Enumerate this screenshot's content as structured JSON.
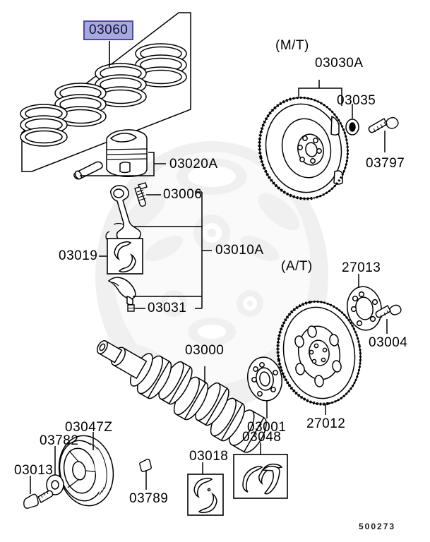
{
  "diagram": {
    "reference_number": "500273",
    "highlight_color": "#a8a8dc",
    "highlight_border_color": "#4a4aa8",
    "line_color": "#000000",
    "background_color": "#ffffff",
    "watermark_color": "#f2f2f2"
  },
  "section_headings": {
    "manual_transmission": "(M/T)",
    "automatic_transmission": "(A/T)"
  },
  "parts": [
    {
      "id": "p03060",
      "number": "03060",
      "highlighted": true,
      "name": "piston-ring-set"
    },
    {
      "id": "p03020A",
      "number": "03020A",
      "highlighted": false,
      "name": "piston-and-pin-assembly"
    },
    {
      "id": "p03006",
      "number": "03006",
      "highlighted": false,
      "name": "connecting-rod-bolt"
    },
    {
      "id": "p03010A",
      "number": "03010A",
      "highlighted": false,
      "name": "connecting-rod-assembly"
    },
    {
      "id": "p03019",
      "number": "03019",
      "highlighted": false,
      "name": "connecting-rod-bearing-set"
    },
    {
      "id": "p03031",
      "number": "03031",
      "highlighted": false,
      "name": "connecting-rod-cap-nut"
    },
    {
      "id": "p03030A",
      "number": "03030A",
      "highlighted": false,
      "name": "flywheel-assembly-mt"
    },
    {
      "id": "p03035",
      "number": "03035",
      "highlighted": false,
      "name": "pilot-bearing"
    },
    {
      "id": "p03797",
      "number": "03797",
      "highlighted": false,
      "name": "flywheel-bolt"
    },
    {
      "id": "p27013",
      "number": "27013",
      "highlighted": false,
      "name": "drive-plate-adapter"
    },
    {
      "id": "p03004",
      "number": "03004",
      "highlighted": false,
      "name": "drive-plate-bolt"
    },
    {
      "id": "p27012",
      "number": "27012",
      "highlighted": false,
      "name": "drive-plate-at"
    },
    {
      "id": "p03001",
      "number": "03001",
      "highlighted": false,
      "name": "crankshaft-flange-plate"
    },
    {
      "id": "p03000",
      "number": "03000",
      "highlighted": false,
      "name": "crankshaft"
    },
    {
      "id": "p03047Z",
      "number": "03047Z",
      "highlighted": false,
      "name": "crankshaft-pulley"
    },
    {
      "id": "p03782",
      "number": "03782",
      "highlighted": false,
      "name": "pulley-washer"
    },
    {
      "id": "p03013",
      "number": "03013",
      "highlighted": false,
      "name": "crankshaft-pulley-bolt"
    },
    {
      "id": "p03789",
      "number": "03789",
      "highlighted": false,
      "name": "crankshaft-key"
    },
    {
      "id": "p03018",
      "number": "03018",
      "highlighted": false,
      "name": "main-bearing-set"
    },
    {
      "id": "p03048",
      "number": "03048",
      "highlighted": false,
      "name": "thrust-washer-set"
    }
  ]
}
